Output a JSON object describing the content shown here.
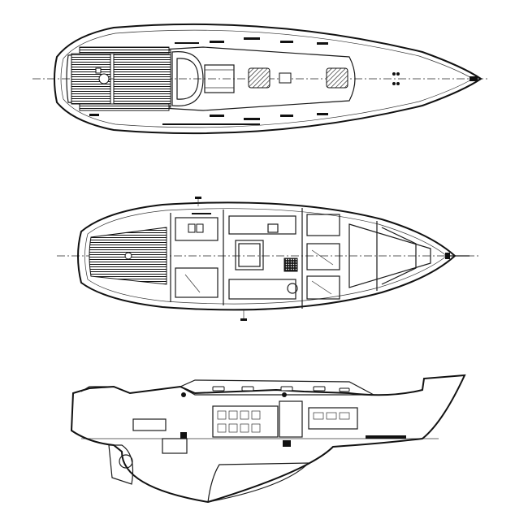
{
  "views": [
    {
      "key": "deck_plan"
    },
    {
      "key": "accommodation_plan"
    },
    {
      "key": "profile"
    }
  ]
}
